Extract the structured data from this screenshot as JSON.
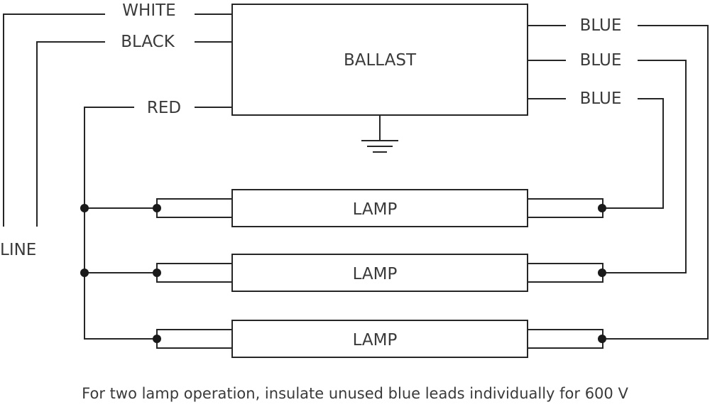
{
  "ballast": {
    "label": "BALLAST"
  },
  "wires": {
    "white": "WHITE",
    "black": "BLACK",
    "red": "RED",
    "blue": [
      "BLUE",
      "BLUE",
      "BLUE"
    ]
  },
  "line_label": "LINE",
  "lamps": [
    {
      "label": "LAMP"
    },
    {
      "label": "LAMP"
    },
    {
      "label": "LAMP"
    }
  ],
  "ground": {
    "icon": "ground-icon"
  },
  "note": "For two lamp operation, insulate unused blue leads individually for 600 V"
}
